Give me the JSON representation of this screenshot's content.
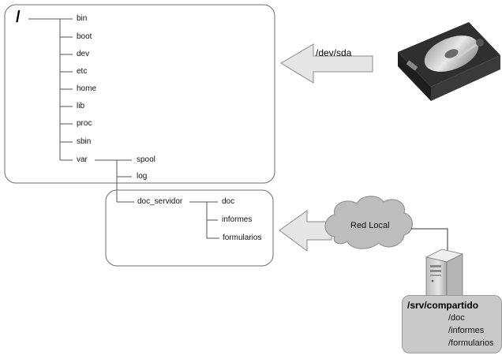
{
  "root_tree": {
    "root_label": "/",
    "dirs": {
      "bin": "bin",
      "boot": "boot",
      "dev": "dev",
      "etc": "etc",
      "home": "home",
      "lib": "lib",
      "proc": "proc",
      "sbin": "sbin",
      "var": "var"
    },
    "var_children": {
      "spool": "spool",
      "log": "log"
    }
  },
  "disk": {
    "device_label": "/dev/sda"
  },
  "server_tree": {
    "root_label": "doc_servidor",
    "children": {
      "doc": "doc",
      "informes": "informes",
      "formularios": "formularios"
    }
  },
  "network": {
    "cloud_label": "Red Local"
  },
  "shared": {
    "title": "/srv/compartido",
    "items": {
      "doc": "/doc",
      "informes": "/informes",
      "formularios": "/formularios"
    }
  },
  "colors": {
    "box_border": "#6e6e6e",
    "arrow_fill": "#e6e6e6",
    "arrow_stroke": "#8a8a8a",
    "cloud_fill": "#bdbdbd",
    "server_fill": "#d8d8d8",
    "share_fill": "#c9c9c9"
  }
}
